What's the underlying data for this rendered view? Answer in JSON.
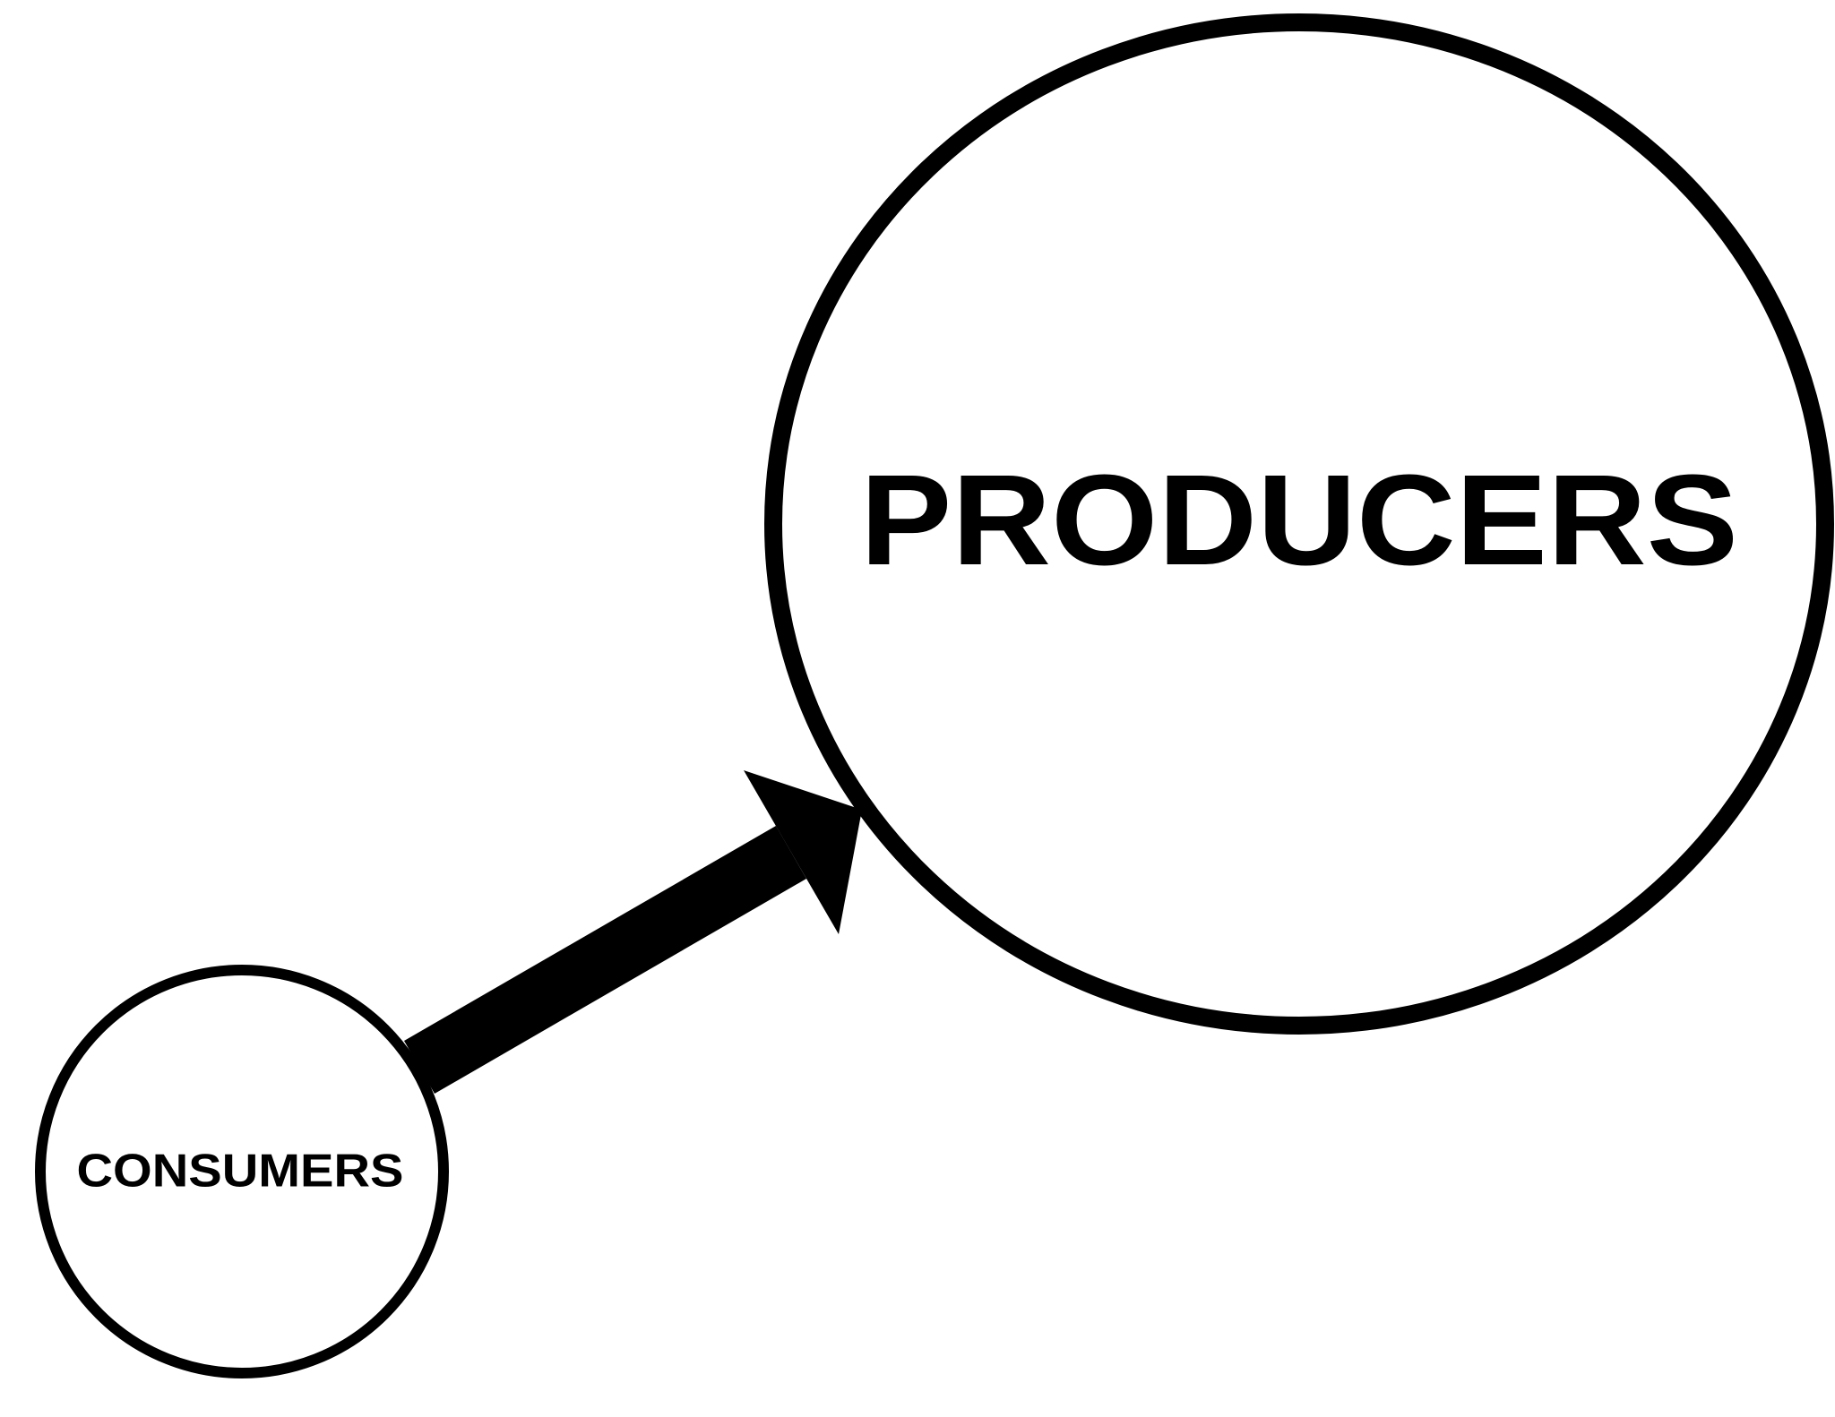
{
  "nodes": {
    "producers": {
      "label": "PRODUCERS"
    },
    "consumers": {
      "label": "CONSUMERS"
    }
  },
  "edges": [
    {
      "from": "consumers",
      "to": "producers"
    }
  ],
  "colors": {
    "stroke": "#000000",
    "fill": "#ffffff",
    "arrow": "#000000"
  }
}
